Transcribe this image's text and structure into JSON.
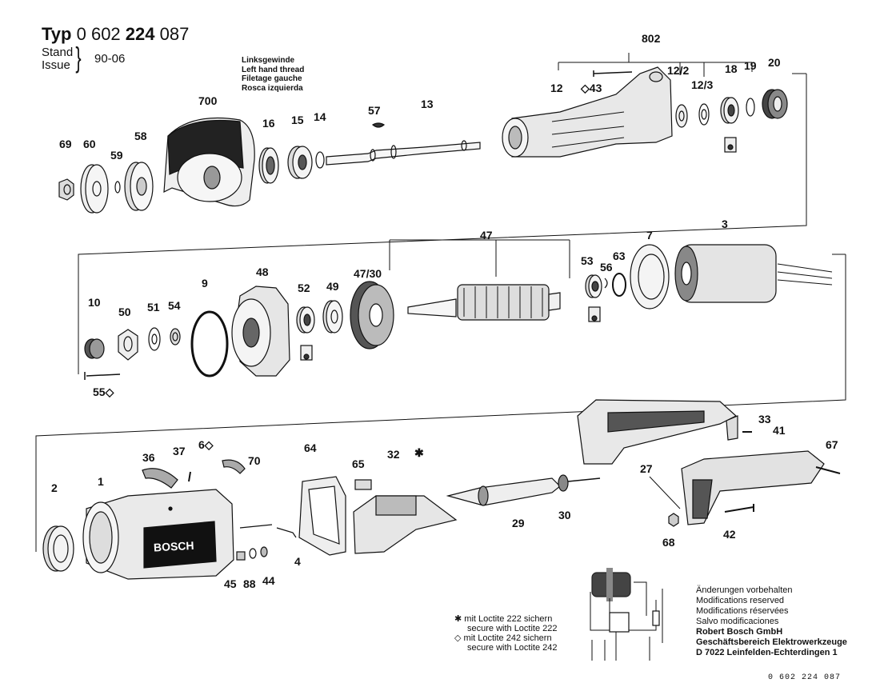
{
  "header": {
    "typ_prefix": "Typ",
    "typ_a": "0 602",
    "typ_b": "224",
    "typ_c": "087",
    "stand_label": "Stand",
    "issue_label": "Issue",
    "stand_value": "90-06"
  },
  "left_hand_thread": [
    "Linksgewinde",
    "Left hand thread",
    "Filetage gauche",
    "Rosca izquierda"
  ],
  "part_labels": [
    "69",
    "60",
    "59",
    "58",
    "700",
    "16",
    "15",
    "14",
    "57",
    "13",
    "802",
    "12",
    "43",
    "12/2",
    "12/3",
    "18",
    "19",
    "20",
    "10",
    "50",
    "51",
    "54",
    "9",
    "55",
    "48",
    "52",
    "49",
    "47",
    "47/30",
    "53",
    "56",
    "63",
    "7",
    "3",
    "2",
    "1",
    "36",
    "37",
    "6",
    "70",
    "64",
    "65",
    "32",
    "29",
    "30",
    "33",
    "41",
    "27",
    "67",
    "68",
    "42",
    "4",
    "45",
    "88",
    "44"
  ],
  "legend": {
    "star_symbol": "✱",
    "star_line1": "mit Loctite 222 sichern",
    "star_line2": "secure with Loctite 222",
    "diamond_symbol": "◇",
    "diamond_line1": "mit Loctite 242 sichern",
    "diamond_line2": "secure with Loctite 242"
  },
  "notes": {
    "lines": [
      "Änderungen vorbehalten",
      "Modifications reserved",
      "Modifications réservées",
      "Salvo modificaciones"
    ],
    "company": [
      "Robert Bosch GmbH",
      "Geschäftsbereich Elektrowerkzeuge",
      "D 7022 Leinfelden-Echterdingen 1"
    ]
  },
  "housing_brand": "BOSCH",
  "footer_code": "0 602 224 087"
}
